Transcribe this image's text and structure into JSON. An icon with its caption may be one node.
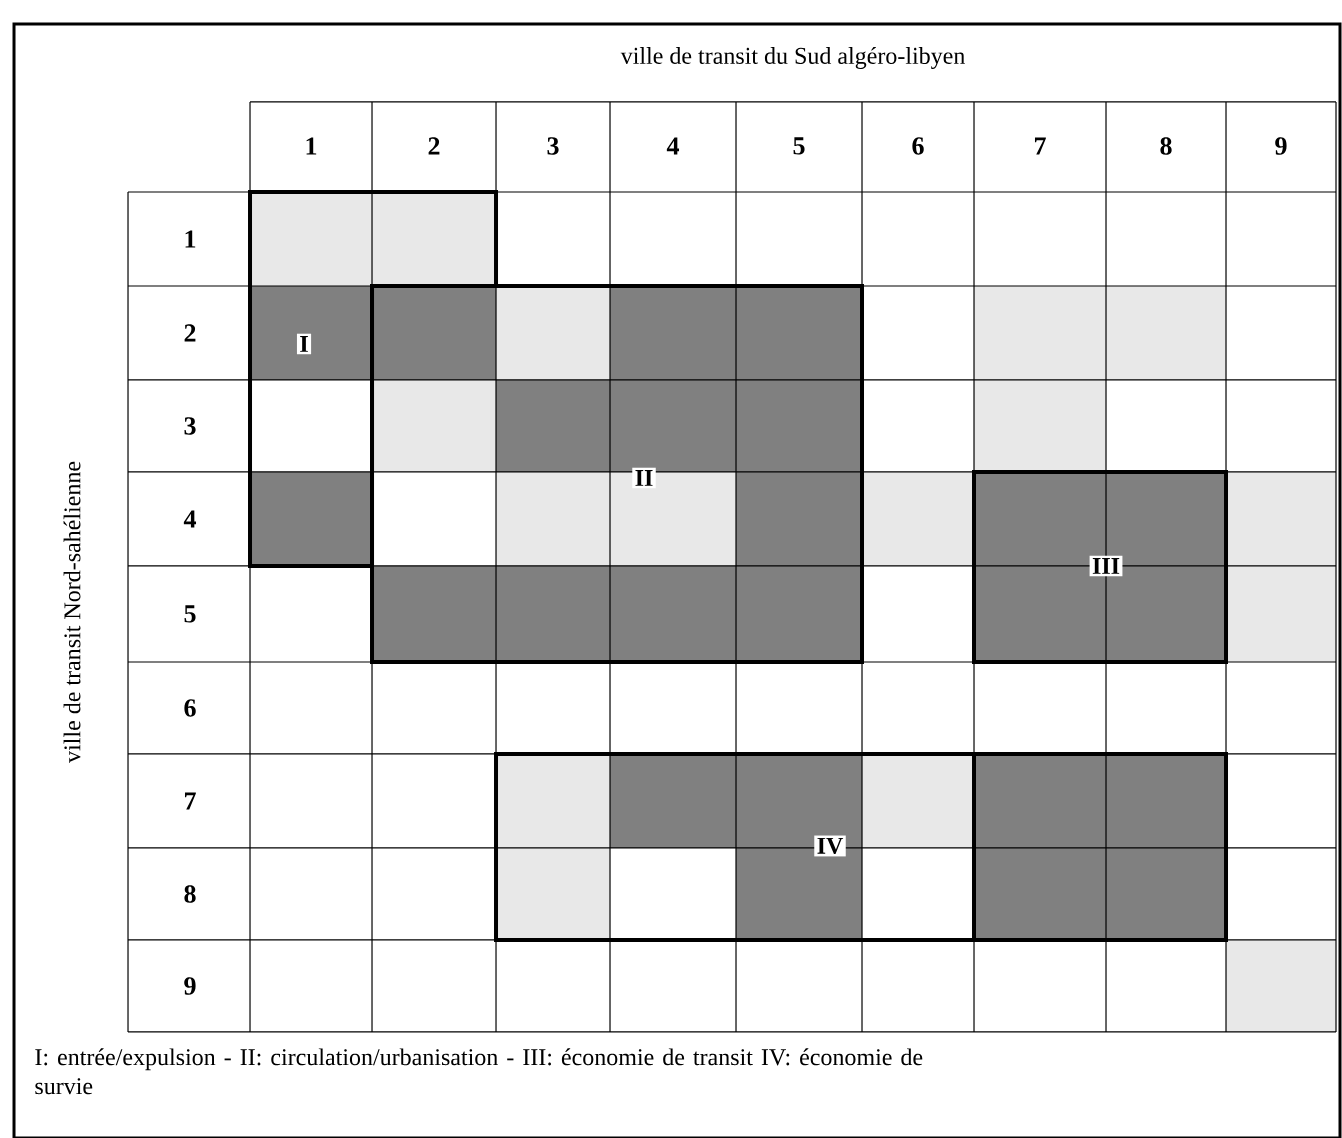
{
  "diagram": {
    "title": "ville de transit du Sud algéro-libyen",
    "caption": "I: entrée/expulsion - II: circulation/urbanisation - III: économie de transit IV: économie de survie",
    "nodes": [
      {
        "text": [
          "I"
        ]
      },
      {
        "text": [
          "II"
        ]
      },
      {
        "text": [
          "III"
        ]
      },
      {
        "text": [
          "IV"
        ]
      }
    ],
    "labels": [
      "1",
      "2",
      "3",
      "4",
      "5",
      "6",
      "7",
      "8",
      "9",
      "ville de transit Nord-sahélienne",
      "1",
      "2",
      "3",
      "4",
      "5",
      "6",
      "7",
      "8",
      "9"
    ]
  }
}
